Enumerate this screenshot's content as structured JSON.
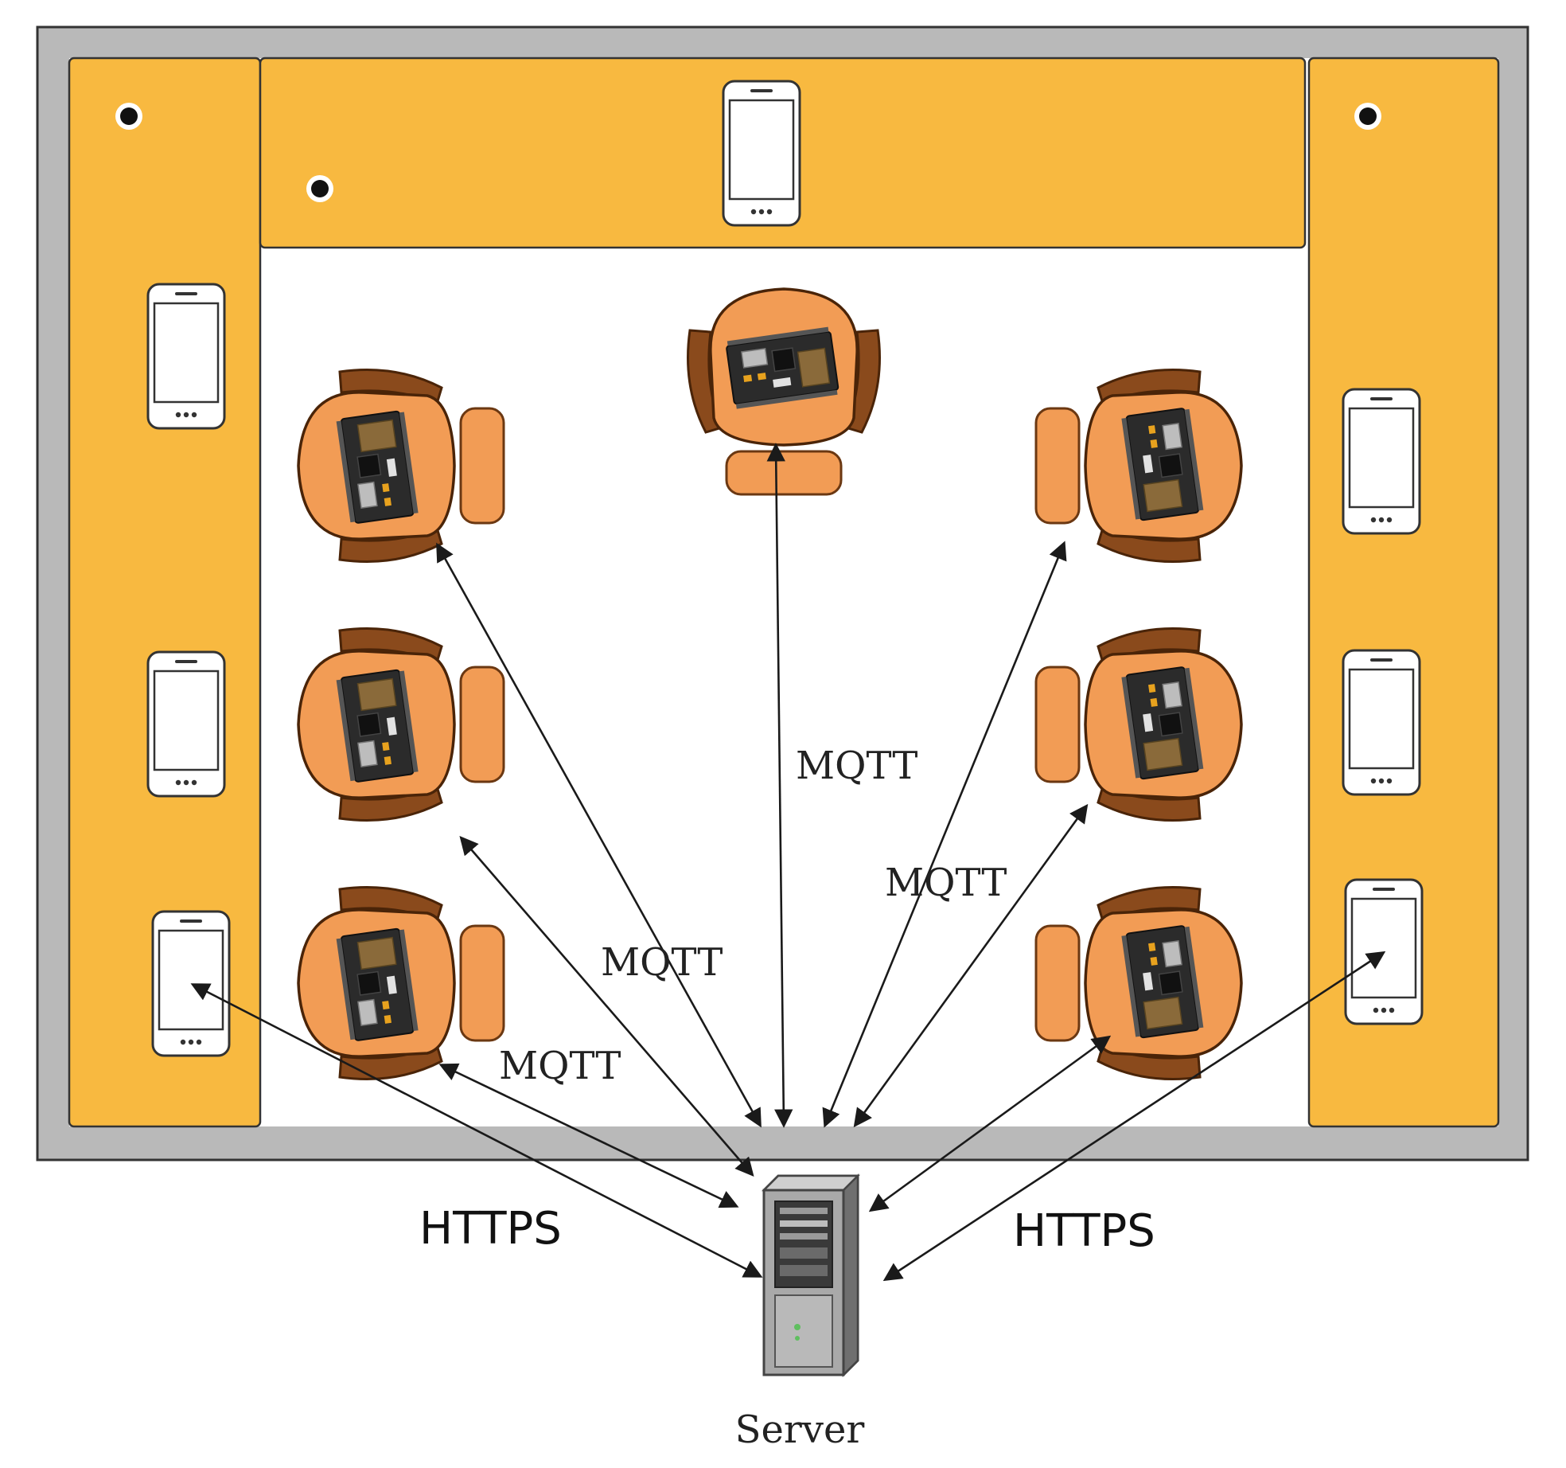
{
  "labels": {
    "mqtt_center": "MQTT",
    "mqtt_right": "MQTT",
    "mqtt_left_upper": "MQTT",
    "mqtt_left_lower": "MQTT",
    "https_left": "HTTPS",
    "https_right": "HTTPS",
    "server": "Server"
  },
  "colors": {
    "wall": "#b9b9b9",
    "zone": "#f8b940",
    "floor": "#ffffff",
    "chair_seat": "#f29c55",
    "chair_arm": "#8a4a1c",
    "board": "#2b2b2b",
    "arrow": "#1a1a1a"
  },
  "icons": {
    "phone": "smartphone-icon",
    "chair": "chair-with-sensor-board-icon",
    "server": "server-tower-icon",
    "dot": "beacon-dot-icon"
  }
}
